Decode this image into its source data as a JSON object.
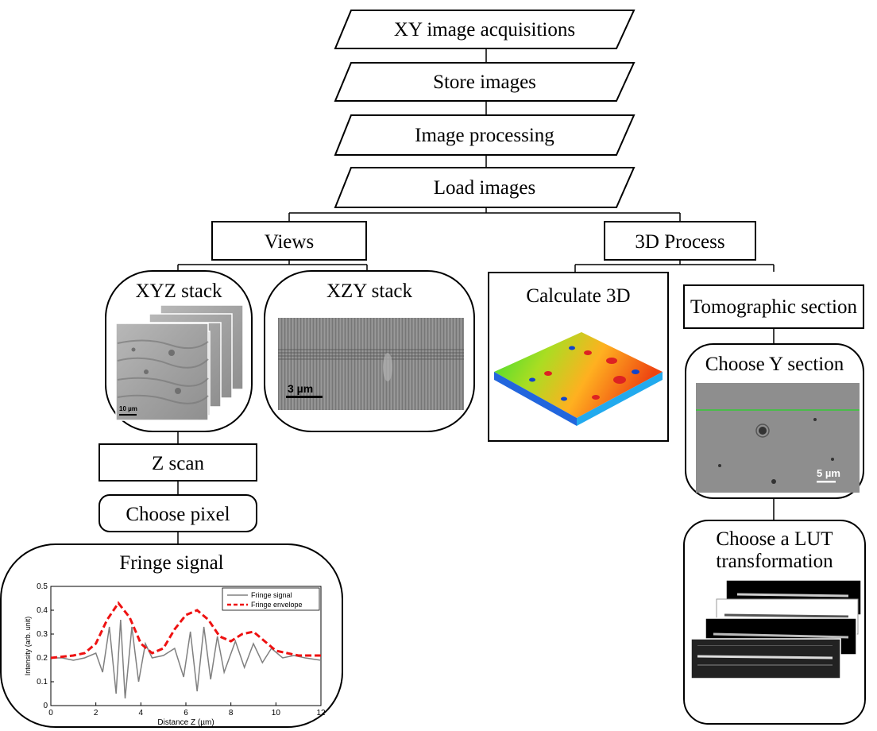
{
  "steps": [
    "XY image acquisitions",
    "Store images",
    "Image processing",
    "Load images"
  ],
  "views": {
    "title": "Views",
    "xyz": {
      "title": "XYZ stack",
      "scale_label": "10 µm"
    },
    "xzy": {
      "title": "XZY stack",
      "scale_label": "3 µm"
    },
    "zscan": "Z scan",
    "choose_pixel": "Choose pixel",
    "fringe": {
      "title": "Fringe signal"
    }
  },
  "process": {
    "title": "3D Process",
    "calc": "Calculate 3D",
    "tomo": "Tomographic section",
    "choose_y": {
      "title": "Choose Y section",
      "scale_label": "5 µm"
    },
    "lut": {
      "line1": "Choose a LUT",
      "line2": "transformation"
    }
  },
  "chart_data": {
    "type": "line",
    "xlabel": "Distance Z (µm)",
    "ylabel": "Intensity (arb. unit)",
    "xlim": [
      0,
      12
    ],
    "ylim": [
      0,
      0.5
    ],
    "xticks": [
      0,
      2,
      4,
      6,
      8,
      10,
      12
    ],
    "yticks": [
      0,
      0.1,
      0.2,
      0.3,
      0.4,
      0.5
    ],
    "legend_position": "top-right",
    "colors": {
      "signal": "#808080",
      "envelope": "#ee1111"
    },
    "series": [
      {
        "name": "Fringe signal",
        "style": "solid",
        "x": [
          0,
          0.5,
          1,
          1.5,
          2,
          2.3,
          2.6,
          2.9,
          3.1,
          3.3,
          3.6,
          3.9,
          4.2,
          4.5,
          5,
          5.5,
          5.9,
          6.2,
          6.5,
          6.8,
          7.1,
          7.4,
          7.7,
          8.2,
          8.6,
          9,
          9.4,
          9.8,
          10.3,
          10.8,
          11.3,
          12
        ],
        "y": [
          0.2,
          0.2,
          0.19,
          0.2,
          0.22,
          0.14,
          0.33,
          0.05,
          0.36,
          0.03,
          0.33,
          0.1,
          0.26,
          0.2,
          0.21,
          0.24,
          0.12,
          0.31,
          0.06,
          0.33,
          0.11,
          0.29,
          0.14,
          0.27,
          0.16,
          0.26,
          0.18,
          0.24,
          0.2,
          0.21,
          0.2,
          0.19
        ]
      },
      {
        "name": "Fringe envelope",
        "style": "dashed",
        "x": [
          0,
          1,
          1.5,
          2,
          2.5,
          3,
          3.5,
          4,
          4.5,
          5,
          5.5,
          6,
          6.5,
          7,
          7.5,
          8,
          8.5,
          9,
          9.5,
          10,
          10.5,
          11,
          12
        ],
        "y": [
          0.2,
          0.21,
          0.22,
          0.26,
          0.36,
          0.43,
          0.37,
          0.26,
          0.22,
          0.24,
          0.32,
          0.38,
          0.4,
          0.36,
          0.29,
          0.27,
          0.3,
          0.31,
          0.27,
          0.23,
          0.22,
          0.21,
          0.21
        ]
      }
    ]
  }
}
